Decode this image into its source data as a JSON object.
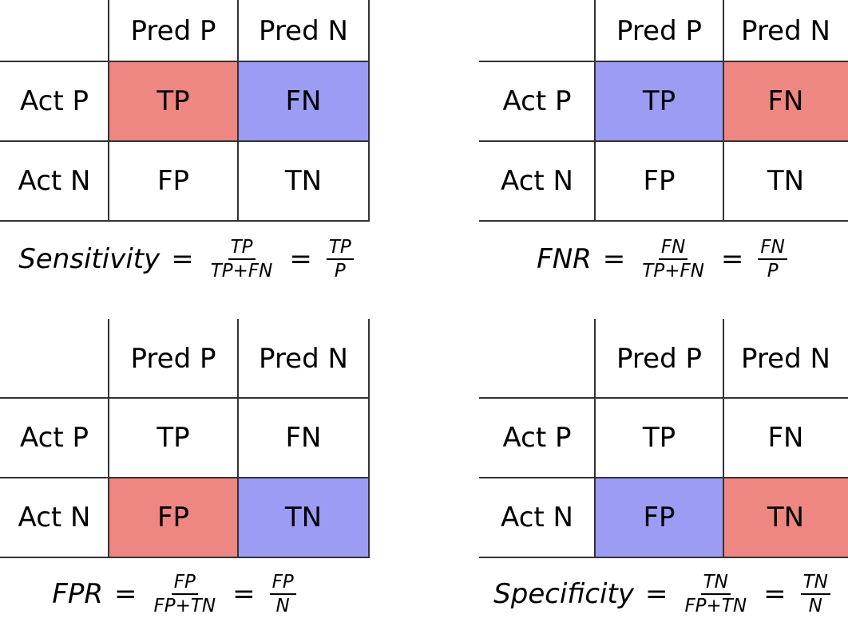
{
  "colors": {
    "highlight_primary": "#ee8681",
    "highlight_secondary": "#9c9cf5"
  },
  "panels": [
    {
      "col_headers": [
        "Pred P",
        "Pred N"
      ],
      "row_headers": [
        "Act P",
        "Act N"
      ],
      "cells": [
        [
          "TP",
          "FN"
        ],
        [
          "FP",
          "TN"
        ]
      ],
      "highlights": [
        [
          "red",
          "blue"
        ],
        [
          "none",
          "none"
        ]
      ],
      "formula": {
        "lhs": "Sensitivity",
        "eq": "=",
        "frac1_num": "TP",
        "frac1_den": "TP+FN",
        "frac2_num": "TP",
        "frac2_den": "P"
      }
    },
    {
      "col_headers": [
        "Pred P",
        "Pred N"
      ],
      "row_headers": [
        "Act P",
        "Act N"
      ],
      "cells": [
        [
          "TP",
          "FN"
        ],
        [
          "FP",
          "TN"
        ]
      ],
      "highlights": [
        [
          "blue",
          "red"
        ],
        [
          "none",
          "none"
        ]
      ],
      "formula": {
        "lhs": "FNR",
        "eq": "=",
        "frac1_num": "FN",
        "frac1_den": "TP+FN",
        "frac2_num": "FN",
        "frac2_den": "P"
      }
    },
    {
      "col_headers": [
        "Pred P",
        "Pred N"
      ],
      "row_headers": [
        "Act P",
        "Act N"
      ],
      "cells": [
        [
          "TP",
          "FN"
        ],
        [
          "FP",
          "TN"
        ]
      ],
      "highlights": [
        [
          "none",
          "none"
        ],
        [
          "red",
          "blue"
        ]
      ],
      "formula": {
        "lhs": "FPR",
        "eq": "=",
        "frac1_num": "FP",
        "frac1_den": "FP+TN",
        "frac2_num": "FP",
        "frac2_den": "N"
      }
    },
    {
      "col_headers": [
        "Pred P",
        "Pred N"
      ],
      "row_headers": [
        "Act P",
        "Act N"
      ],
      "cells": [
        [
          "TP",
          "FN"
        ],
        [
          "FP",
          "TN"
        ]
      ],
      "highlights": [
        [
          "none",
          "none"
        ],
        [
          "blue",
          "red"
        ]
      ],
      "formula": {
        "lhs": "Specificity",
        "eq": "=",
        "frac1_num": "TN",
        "frac1_den": "FP+TN",
        "frac2_num": "TN",
        "frac2_den": "N"
      }
    }
  ]
}
